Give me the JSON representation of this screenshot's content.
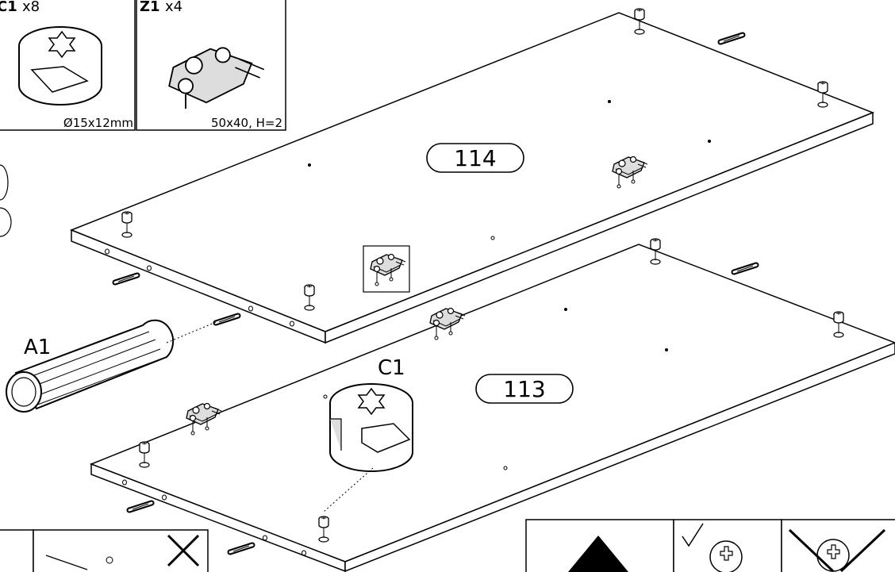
{
  "parts_box": {
    "c1": {
      "code": "C1",
      "qty": "x8",
      "dim": "Ø15x12mm"
    },
    "z1": {
      "code": "Z1",
      "qty": "x4",
      "dim": "50x40, H=2"
    }
  },
  "panels": {
    "top": {
      "number": "114"
    },
    "bottom": {
      "number": "113"
    }
  },
  "callouts": {
    "a1": "A1",
    "c1": "C1"
  }
}
